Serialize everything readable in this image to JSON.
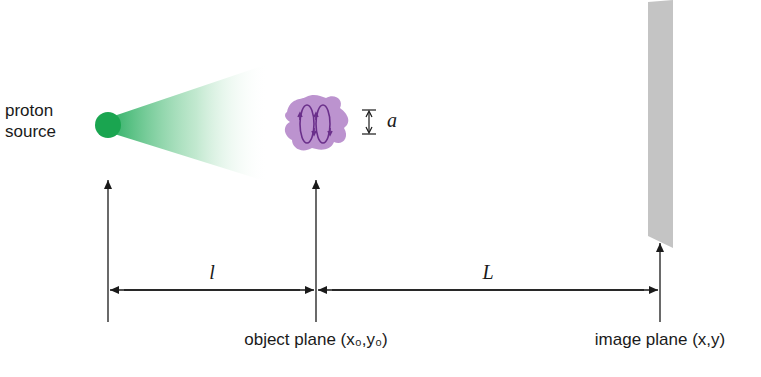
{
  "diagram": {
    "nodes": [
      {
        "text": [
          "proton source"
        ]
      }
    ],
    "labels": [
      "a",
      "l",
      "L",
      "object plane (x₀,y₀)",
      "image plane (x,y)"
    ]
  }
}
